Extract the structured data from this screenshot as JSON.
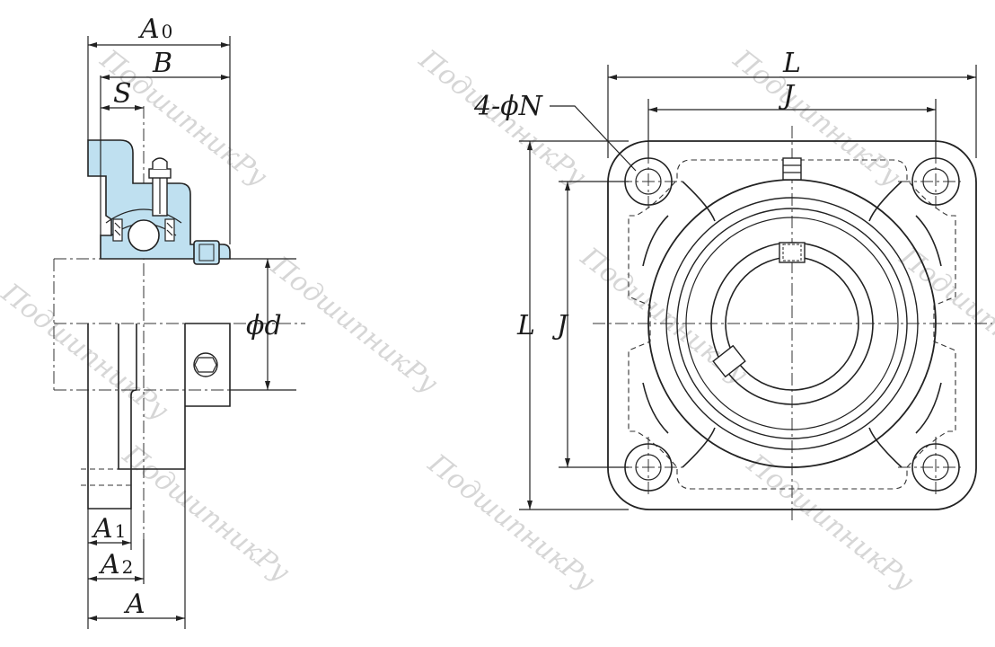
{
  "labels": {
    "A0_main": "A",
    "A0_sub": "0",
    "B": "B",
    "S": "S",
    "phi_d": "ϕd",
    "A1_main": "A",
    "A1_sub": "1",
    "A2_main": "A",
    "A2_sub": "2",
    "A": "A",
    "hole_callout": "4-ϕN",
    "L_top": "L",
    "J_top": "J",
    "L_side": "L",
    "J_side": "J"
  },
  "watermark": "ПодшипникРу",
  "colors": {
    "accent_fill": "#bfe0f0",
    "line": "#222222",
    "watermark": "#d6d6d6"
  }
}
